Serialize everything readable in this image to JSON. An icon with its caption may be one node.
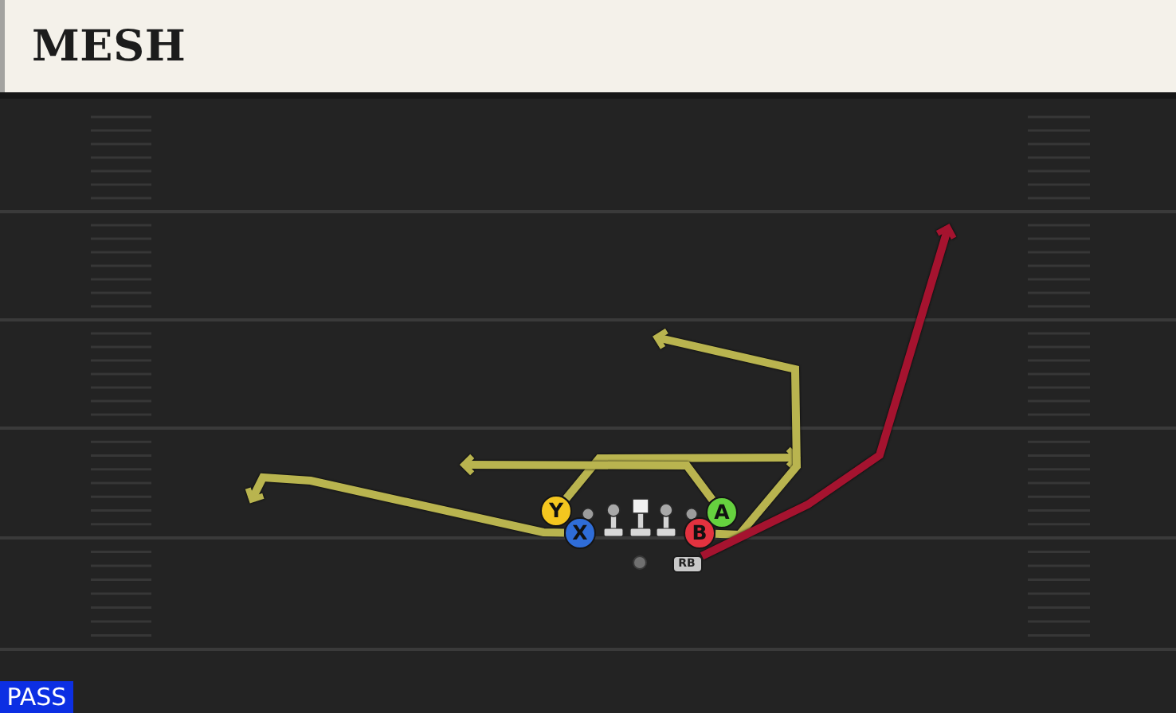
{
  "diagram": {
    "title": "MESH",
    "nodes": [
      {
        "text": [
          "Y"
        ]
      },
      {
        "text": [
          "A"
        ]
      },
      {
        "text": [
          "X"
        ]
      },
      {
        "text": [
          "B"
        ]
      },
      {
        "text": [],
        "shape": "circle"
      },
      {
        "text": [
          "RB"
        ]
      },
      {
        "text": [
          "PASS"
        ]
      }
    ],
    "edges": [
      {
        "from": 0,
        "to": null,
        "arrow": "to"
      },
      {
        "from": 1,
        "to": null,
        "arrow": "to"
      },
      {
        "from": 2,
        "to": null,
        "arrow": "to"
      },
      {
        "from": 3,
        "to": null,
        "arrow": "to"
      },
      {
        "from": 5,
        "to": null,
        "arrow": "to",
        "color": "#a5132f"
      }
    ]
  }
}
